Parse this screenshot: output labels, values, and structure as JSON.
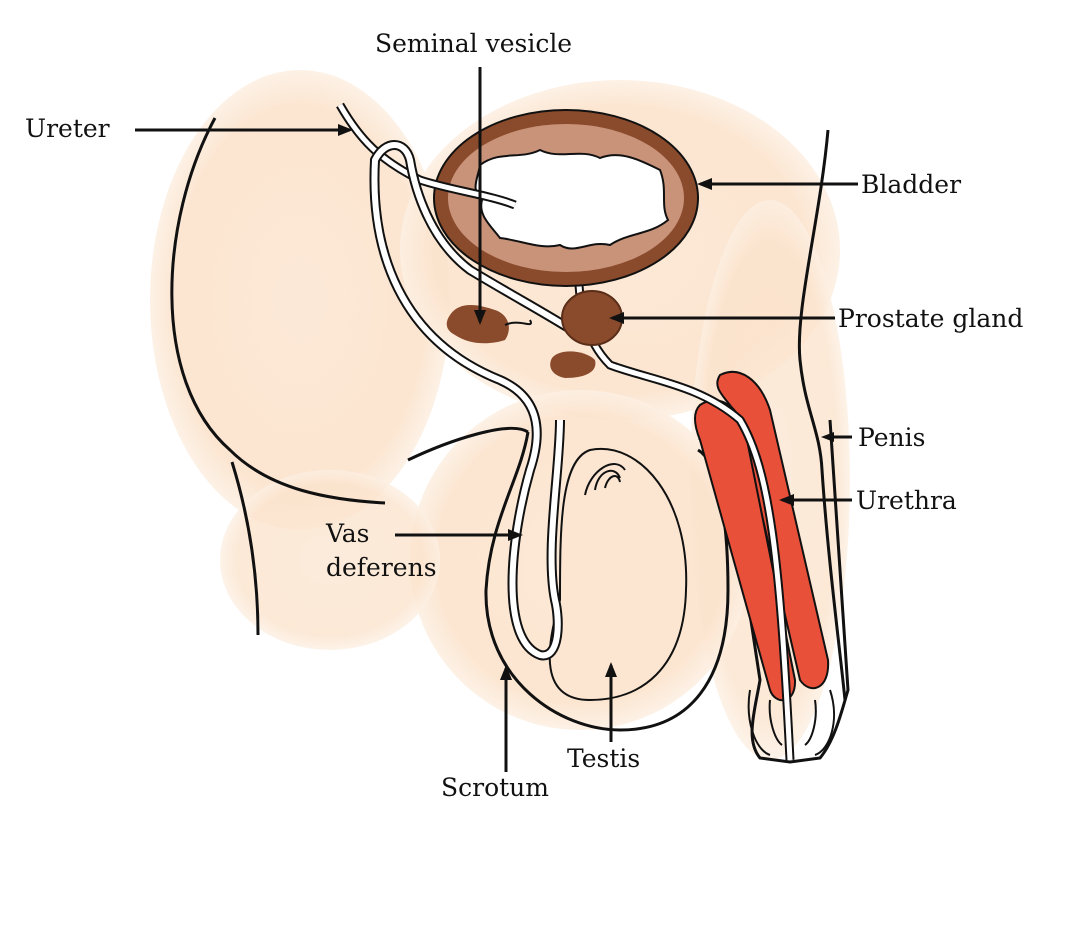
{
  "title": "Male reproductive system (side view)",
  "labels": {
    "seminal_vesicle": "Seminal vesicle",
    "ureter": "Ureter",
    "bladder": "Bladder",
    "prostate_gland": "Prostate gland",
    "penis": "Penis",
    "urethra": "Urethra",
    "vas_deferens_line1": "Vas",
    "vas_deferens_line2": "deferens",
    "testis": "Testis",
    "scrotum": "Scrotum"
  },
  "colors": {
    "skin": "#fbe3cc",
    "bladder_wall": "#8a4b2c",
    "gland": "#8a4b2c",
    "erectile_tissue": "#e9503a",
    "outline": "#111111"
  }
}
